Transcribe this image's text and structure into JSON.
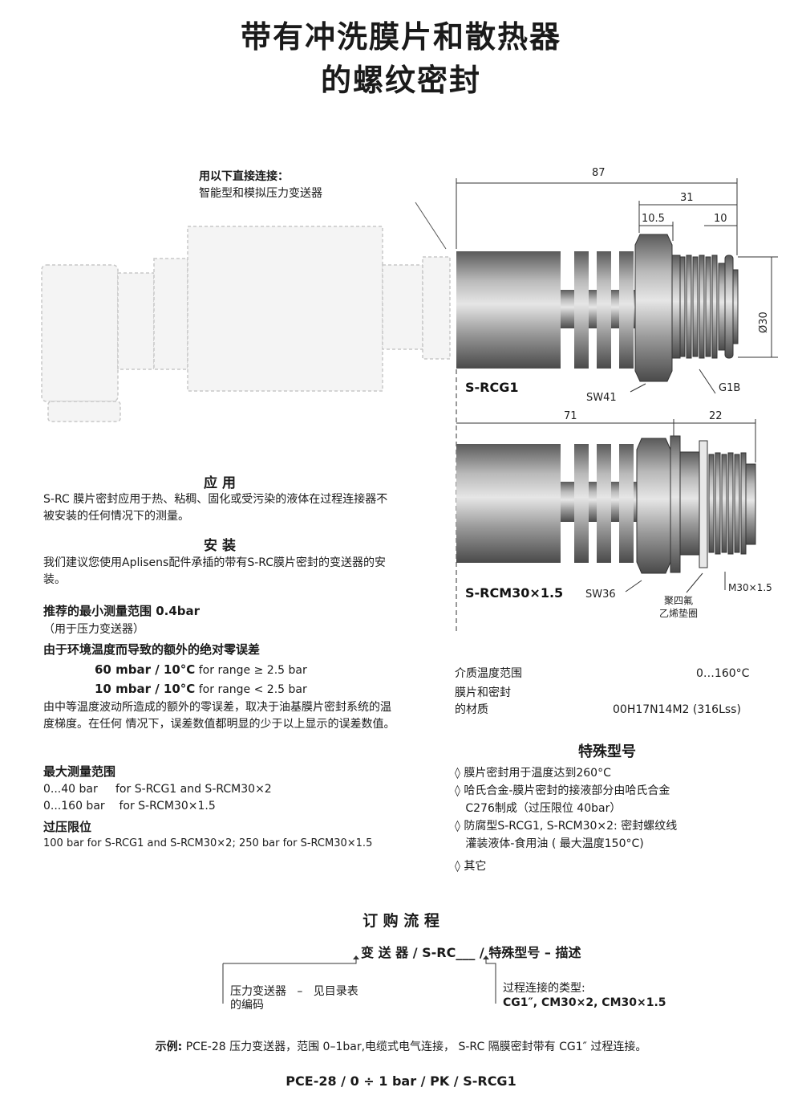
{
  "title": {
    "line1": "带有冲洗膜片和散热器",
    "line2": "的螺纹密封"
  },
  "connect_note": {
    "bold": "用以下直接连接：",
    "text": "智能型和模拟压力变送器"
  },
  "drawing1": {
    "name": "S-RCG1",
    "dim_87": "87",
    "dim_31": "31",
    "dim_105": "10.5",
    "dim_10": "10",
    "dim_d30": "Ø30",
    "sw": "SW41",
    "thread": "G1B"
  },
  "drawing2": {
    "name": "S-RCM30×1.5",
    "dim_71": "71",
    "dim_22": "22",
    "sw": "SW36",
    "gasket_1": "聚四氟",
    "gasket_2": "乙烯垫圈",
    "thread": "M30×1.5"
  },
  "application": {
    "heading": "应 用",
    "text": "S-RC 膜片密封应用于热、粘稠、固化或受污染的液体在过程连接器不被安装的任何情况下的测量。"
  },
  "install": {
    "heading": "安 装",
    "text": "我们建议您使用Aplisens配件承插的带有S-RC膜片密封的变送器的安装。"
  },
  "min_range": {
    "label": "推荐的最小测量范围  0.4bar",
    "note": "（用于压力变送器）"
  },
  "zero_error": {
    "heading": "由于环境温度而导致的额外的绝对零误差",
    "row1_bold": "60 mbar / 10°C",
    "row1_text": " for range ≥ 2.5 bar",
    "row2_bold": "10 mbar / 10°C",
    "row2_text": " for range < 2.5 bar",
    "text": "由中等温度波动所造成的额外的零误差，取决于油基膜片密封系统的温度梯度。在任何 情况下，误差数值都明显的少于以上显示的误差数值。"
  },
  "max_range": {
    "heading": "最大测量范围",
    "row1": "0...40 bar     for S-RCG1 and S-RCM30×2",
    "row2": "0...160 bar    for S-RCM30×1.5"
  },
  "overpressure": {
    "heading": "过压限位",
    "text": "100 bar for S-RCG1 and S-RCM30×2; 250 bar for S-RCM30×1.5"
  },
  "specs": {
    "temp_label": "介质温度范围",
    "temp_value": "0…160°C",
    "material_label1": "膜片和密封",
    "material_label2": "的材质",
    "material_value": "00H17N14M2 (316Lss)"
  },
  "special": {
    "heading": "特殊型号",
    "items": [
      "◊ 膜片密封用于温度达到260°C",
      "◊ 哈氏合金-膜片密封的接液部分由哈氏合金",
      "   C276制成（过压限位 40bar）",
      "◊ 防腐型S-RCG1, S-RCM30×2: 密封螺纹线",
      "   灌装液体-食用油 ( 最大温度150°C)",
      "◊ 其它"
    ]
  },
  "order": {
    "heading": "订 购 流 程",
    "formula": "变 送 器 / S-RC___ / 特殊型号 – 描述",
    "left_box_1": "压力变送器   –   见目录表",
    "left_box_2": "的编码",
    "right_box_1": "过程连接的类型:",
    "right_box_2": "CG1″, CM30×2, CM30×1.5",
    "example_bold": "示例:",
    "example_text": " PCE-28 压力变送器，范围 0–1bar,电缆式电气连接，  S-RC 隔膜密封带有 CG1″ 过程连接。",
    "code": "PCE-28 / 0 ÷ 1 bar / PK / S-RCG1"
  }
}
